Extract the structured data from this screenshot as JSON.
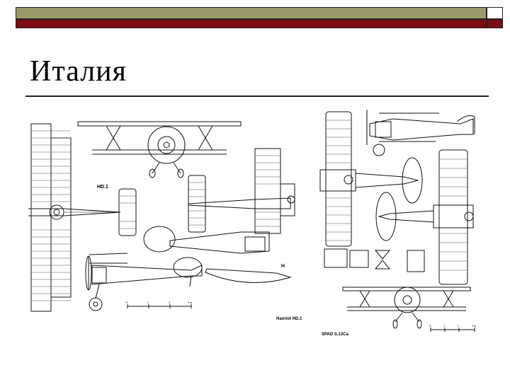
{
  "slide": {
    "title": "Италия"
  },
  "drawings": {
    "hanriot": {
      "model_code": "HD.1",
      "side_marker": "H",
      "caption": "Hanriot HD.1",
      "scale_ticks": [
        "0",
        "1",
        "2",
        "3 m"
      ]
    },
    "spad": {
      "caption": "SPAD S.13Ca",
      "scale_ticks": [
        "0",
        "1",
        "2",
        "3 m"
      ]
    }
  },
  "colors": {
    "olive_bar": "#9a9a68",
    "red_bar": "#7b0c12",
    "ink": "#000000"
  }
}
